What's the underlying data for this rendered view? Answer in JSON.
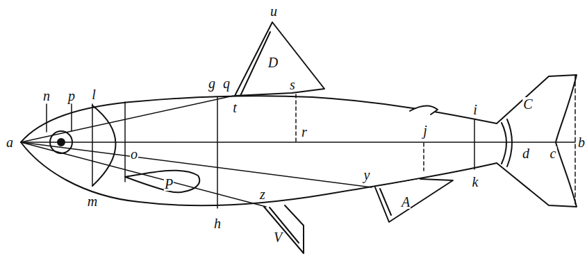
{
  "diagram": {
    "labels": [
      "n",
      "p",
      "l",
      "g",
      "q",
      "u",
      "D",
      "s",
      "i",
      "C",
      "a",
      "t",
      "r",
      "j",
      "o",
      "d",
      "c",
      "b",
      "P",
      "y",
      "A",
      "k",
      "m",
      "z",
      "h",
      "V"
    ]
  }
}
